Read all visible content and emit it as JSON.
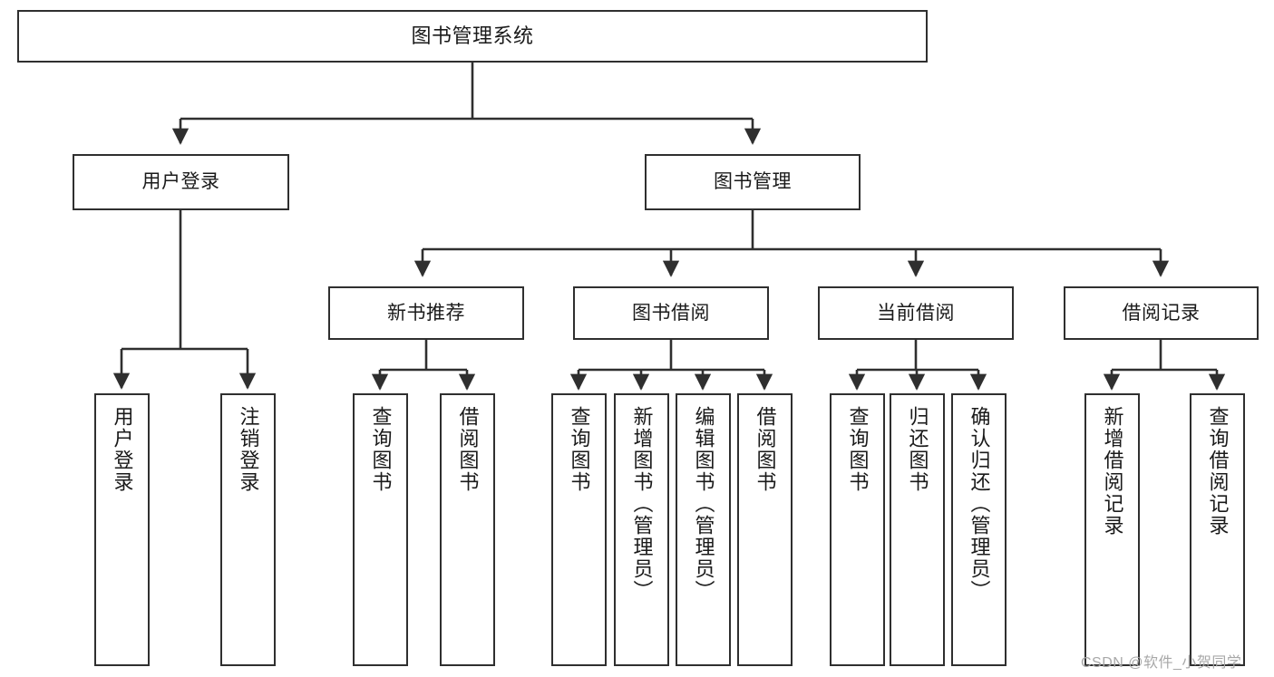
{
  "diagram": {
    "type": "tree-hierarchy",
    "title": "图书管理系统",
    "colors": {
      "box_border": "#2f2f2f",
      "box_fill": "#ffffff",
      "line": "#2f2f2f",
      "text": "#1a1a1a",
      "watermark": "#a8a8a8"
    },
    "nodes": {
      "root": {
        "label": "图书管理系统"
      },
      "level2": [
        {
          "id": "user-login",
          "label": "用户登录"
        },
        {
          "id": "book-manage",
          "label": "图书管理"
        }
      ],
      "level3": [
        {
          "id": "new-book-recommend",
          "label": "新书推荐"
        },
        {
          "id": "book-borrow",
          "label": "图书借阅"
        },
        {
          "id": "current-borrow",
          "label": "当前借阅"
        },
        {
          "id": "borrow-record",
          "label": "借阅记录"
        }
      ],
      "leaves": {
        "user-login": [
          {
            "id": "leaf-user-login",
            "label": "用户登录"
          },
          {
            "id": "leaf-user-logout",
            "label": "注销登录"
          }
        ],
        "new-book-recommend": [
          {
            "id": "leaf-query-book-1",
            "label": "查询图书"
          },
          {
            "id": "leaf-borrow-book-1",
            "label": "借阅图书"
          }
        ],
        "book-borrow": [
          {
            "id": "leaf-query-book-2",
            "label": "查询图书"
          },
          {
            "id": "leaf-add-book",
            "label": "新增图书（管理员）"
          },
          {
            "id": "leaf-edit-book",
            "label": "编辑图书（管理员）"
          },
          {
            "id": "leaf-borrow-book-2",
            "label": "借阅图书"
          }
        ],
        "current-borrow": [
          {
            "id": "leaf-query-book-3",
            "label": "查询图书"
          },
          {
            "id": "leaf-return-book",
            "label": "归还图书"
          },
          {
            "id": "leaf-confirm-return",
            "label": "确认归还（管理员）"
          }
        ],
        "borrow-record": [
          {
            "id": "leaf-add-record",
            "label": "新增借阅记录"
          },
          {
            "id": "leaf-query-record",
            "label": "查询借阅记录"
          }
        ]
      }
    },
    "watermark": "CSDN @软件_小贺同学"
  }
}
